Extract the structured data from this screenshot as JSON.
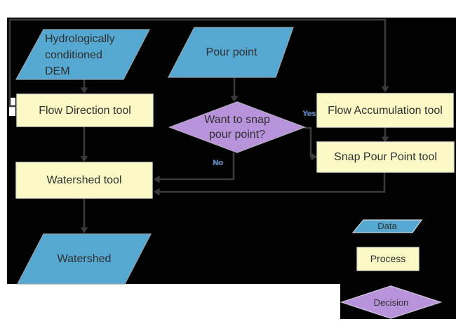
{
  "diagram": {
    "description": "Watershed delineation geoprocessing flowchart",
    "nodes": {
      "dem": {
        "label": "Hydrologically conditioned DEM",
        "type": "data"
      },
      "pour_point": {
        "label": "Pour point",
        "type": "data"
      },
      "flow_direction": {
        "label": "Flow Direction tool",
        "type": "process"
      },
      "flow_accumulation": {
        "label": "Flow Accumulation tool",
        "type": "process"
      },
      "snap_decision": {
        "label": "Want to snap pour point?",
        "type": "decision"
      },
      "snap_pour_point": {
        "label": "Snap Pour Point tool",
        "type": "process"
      },
      "watershed_tool": {
        "label": "Watershed tool",
        "type": "process"
      },
      "watershed": {
        "label": "Watershed",
        "type": "data"
      }
    },
    "edge_labels": {
      "yes": "Yes",
      "no": "No"
    },
    "legend": {
      "data_label": "Data",
      "process_label": "Process",
      "decision_label": "Decision"
    },
    "colors": {
      "background": "#010101",
      "data_fill": "#54a8d2",
      "process_fill": "#fbfac6",
      "decision_fill": "#b892db",
      "connector": "#3a3a3a"
    }
  }
}
